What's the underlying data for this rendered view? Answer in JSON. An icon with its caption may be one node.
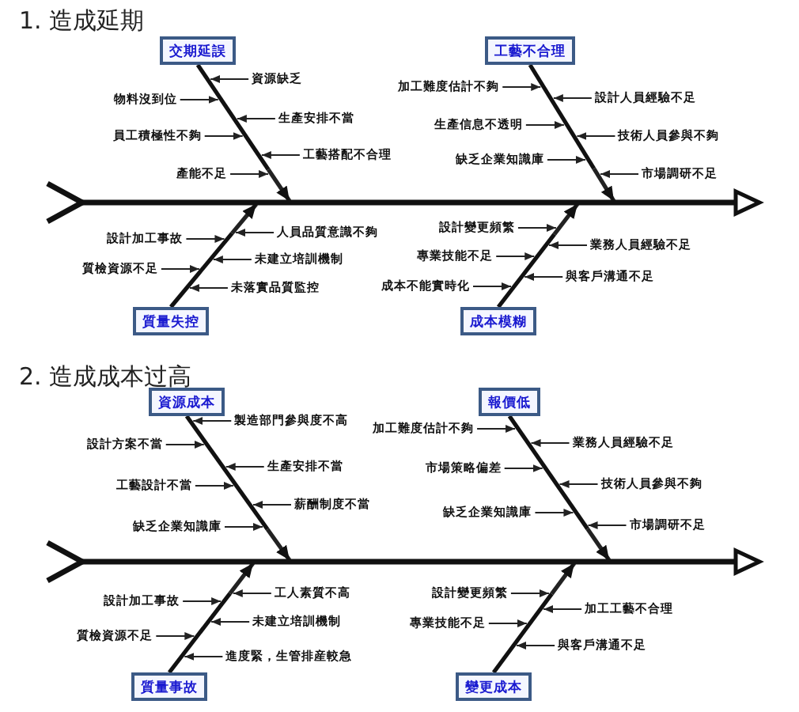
{
  "diagram": {
    "nodes": [
      {
        "text": [],
        "shape": "bar"
      },
      {
        "text": [
          "交期延誤"
        ]
      },
      {
        "text": [
          "資源缺乏"
        ]
      },
      {
        "text": [
          "物料沒到位"
        ]
      },
      {
        "text": [
          "生產安排不當"
        ]
      },
      {
        "text": [
          "員工積極性不夠"
        ]
      },
      {
        "text": [
          "工藝搭配不合理"
        ]
      },
      {
        "text": [
          "產能不足"
        ]
      },
      {
        "text": [
          "工藝不合理"
        ]
      },
      {
        "text": [
          "加工難度估計不夠"
        ]
      },
      {
        "text": [
          "設計人員經驗不足"
        ]
      },
      {
        "text": [
          "生產信息不透明"
        ]
      },
      {
        "text": [
          "技術人員參與不夠"
        ]
      },
      {
        "text": [
          "缺乏企業知識庫"
        ]
      },
      {
        "text": [
          "市場調研不足"
        ]
      },
      {
        "text": [
          "質量失控"
        ]
      },
      {
        "text": [
          "人員品質意識不夠"
        ]
      },
      {
        "text": [
          "設計加工事故"
        ]
      },
      {
        "text": [
          "未建立培訓機制"
        ]
      },
      {
        "text": [
          "質檢資源不足"
        ]
      },
      {
        "text": [
          "未落實品質監控"
        ]
      },
      {
        "text": [
          "成本模糊"
        ]
      },
      {
        "text": [
          "設計變更頻繁"
        ]
      },
      {
        "text": [
          "業務人員經驗不足"
        ]
      },
      {
        "text": [
          "專業技能不足"
        ]
      },
      {
        "text": [
          "與客戶溝通不足"
        ]
      },
      {
        "text": [
          "成本不能實時化"
        ]
      },
      {
        "text": [],
        "shape": "bar"
      },
      {
        "text": [
          "資源成本"
        ]
      },
      {
        "text": [
          "製造部門參與度不高"
        ]
      },
      {
        "text": [
          "設計方案不當"
        ]
      },
      {
        "text": [
          "生產安排不當"
        ]
      },
      {
        "text": [
          "工藝設計不當"
        ]
      },
      {
        "text": [
          "薪酬制度不當"
        ]
      },
      {
        "text": [
          "缺乏企業知識庫"
        ]
      },
      {
        "text": [
          "報價低"
        ]
      },
      {
        "text": [
          "加工難度估計不夠"
        ]
      },
      {
        "text": [
          "業務人員經驗不足"
        ]
      },
      {
        "text": [
          "市場策略偏差"
        ]
      },
      {
        "text": [
          "技術人員參與不夠"
        ]
      },
      {
        "text": [
          "缺乏企業知識庫"
        ]
      },
      {
        "text": [
          "市場調研不足"
        ]
      },
      {
        "text": [
          "質量事故"
        ]
      },
      {
        "text": [
          "工人素質不高"
        ]
      },
      {
        "text": [
          "設計加工事故"
        ]
      },
      {
        "text": [
          "未建立培訓機制"
        ]
      },
      {
        "text": [
          "質檢資源不足"
        ]
      },
      {
        "text": [
          "進度緊，生管排産較急"
        ]
      },
      {
        "text": [
          "變更成本"
        ]
      },
      {
        "text": [
          "設計變更頻繁"
        ]
      },
      {
        "text": [
          "加工工藝不合理"
        ]
      },
      {
        "text": [
          "專業技能不足"
        ]
      },
      {
        "text": [
          "與客戶溝通不足"
        ]
      }
    ],
    "edges": [
      {
        "from": 1,
        "to": 0,
        "arrow": "to",
        "style": "thick"
      },
      {
        "from": 2,
        "to": 1,
        "arrow": "to"
      },
      {
        "from": 3,
        "to": 1,
        "arrow": "to"
      },
      {
        "from": 4,
        "to": 1,
        "arrow": "to"
      },
      {
        "from": 5,
        "to": 1,
        "arrow": "to"
      },
      {
        "from": 6,
        "to": 1,
        "arrow": "to"
      },
      {
        "from": 7,
        "to": 1,
        "arrow": "to"
      },
      {
        "from": 8,
        "to": 0,
        "arrow": "to",
        "style": "thick"
      },
      {
        "from": 9,
        "to": 8,
        "arrow": "to"
      },
      {
        "from": 10,
        "to": 8,
        "arrow": "to"
      },
      {
        "from": 11,
        "to": 8,
        "arrow": "to"
      },
      {
        "from": 12,
        "to": 8,
        "arrow": "to"
      },
      {
        "from": 13,
        "to": 8,
        "arrow": "to"
      },
      {
        "from": 14,
        "to": 8,
        "arrow": "to"
      },
      {
        "from": 15,
        "to": 0,
        "arrow": "to",
        "style": "thick"
      },
      {
        "from": 16,
        "to": 15,
        "arrow": "to"
      },
      {
        "from": 17,
        "to": 15,
        "arrow": "to"
      },
      {
        "from": 18,
        "to": 15,
        "arrow": "to"
      },
      {
        "from": 19,
        "to": 15,
        "arrow": "to"
      },
      {
        "from": 20,
        "to": 15,
        "arrow": "to"
      },
      {
        "from": 21,
        "to": 0,
        "arrow": "to",
        "style": "thick"
      },
      {
        "from": 22,
        "to": 21,
        "arrow": "to"
      },
      {
        "from": 23,
        "to": 21,
        "arrow": "to"
      },
      {
        "from": 24,
        "to": 21,
        "arrow": "to"
      },
      {
        "from": 25,
        "to": 21,
        "arrow": "to"
      },
      {
        "from": 26,
        "to": 21,
        "arrow": "to"
      },
      {
        "from": 28,
        "to": 27,
        "arrow": "to",
        "style": "thick"
      },
      {
        "from": 29,
        "to": 28,
        "arrow": "to"
      },
      {
        "from": 30,
        "to": 28,
        "arrow": "to"
      },
      {
        "from": 31,
        "to": 28,
        "arrow": "to"
      },
      {
        "from": 32,
        "to": 28,
        "arrow": "to"
      },
      {
        "from": 33,
        "to": 28,
        "arrow": "to"
      },
      {
        "from": 34,
        "to": 28,
        "arrow": "to"
      },
      {
        "from": 35,
        "to": 27,
        "arrow": "to",
        "style": "thick"
      },
      {
        "from": 36,
        "to": 35,
        "arrow": "to"
      },
      {
        "from": 37,
        "to": 35,
        "arrow": "to"
      },
      {
        "from": 38,
        "to": 35,
        "arrow": "to"
      },
      {
        "from": 39,
        "to": 35,
        "arrow": "to"
      },
      {
        "from": 40,
        "to": 35,
        "arrow": "to"
      },
      {
        "from": 41,
        "to": 35,
        "arrow": "to"
      },
      {
        "from": 42,
        "to": 27,
        "arrow": "to",
        "style": "thick"
      },
      {
        "from": 43,
        "to": 42,
        "arrow": "to"
      },
      {
        "from": 44,
        "to": 42,
        "arrow": "to"
      },
      {
        "from": 45,
        "to": 42,
        "arrow": "to"
      },
      {
        "from": 46,
        "to": 42,
        "arrow": "to"
      },
      {
        "from": 47,
        "to": 42,
        "arrow": "to"
      },
      {
        "from": 48,
        "to": 27,
        "arrow": "to",
        "style": "thick"
      },
      {
        "from": 49,
        "to": 48,
        "arrow": "to"
      },
      {
        "from": 50,
        "to": 48,
        "arrow": "to"
      },
      {
        "from": 51,
        "to": 48,
        "arrow": "to"
      },
      {
        "from": 52,
        "to": 48,
        "arrow": "to"
      }
    ],
    "labels": [
      "1. 造成延期",
      "2. 造成成本过高"
    ]
  }
}
